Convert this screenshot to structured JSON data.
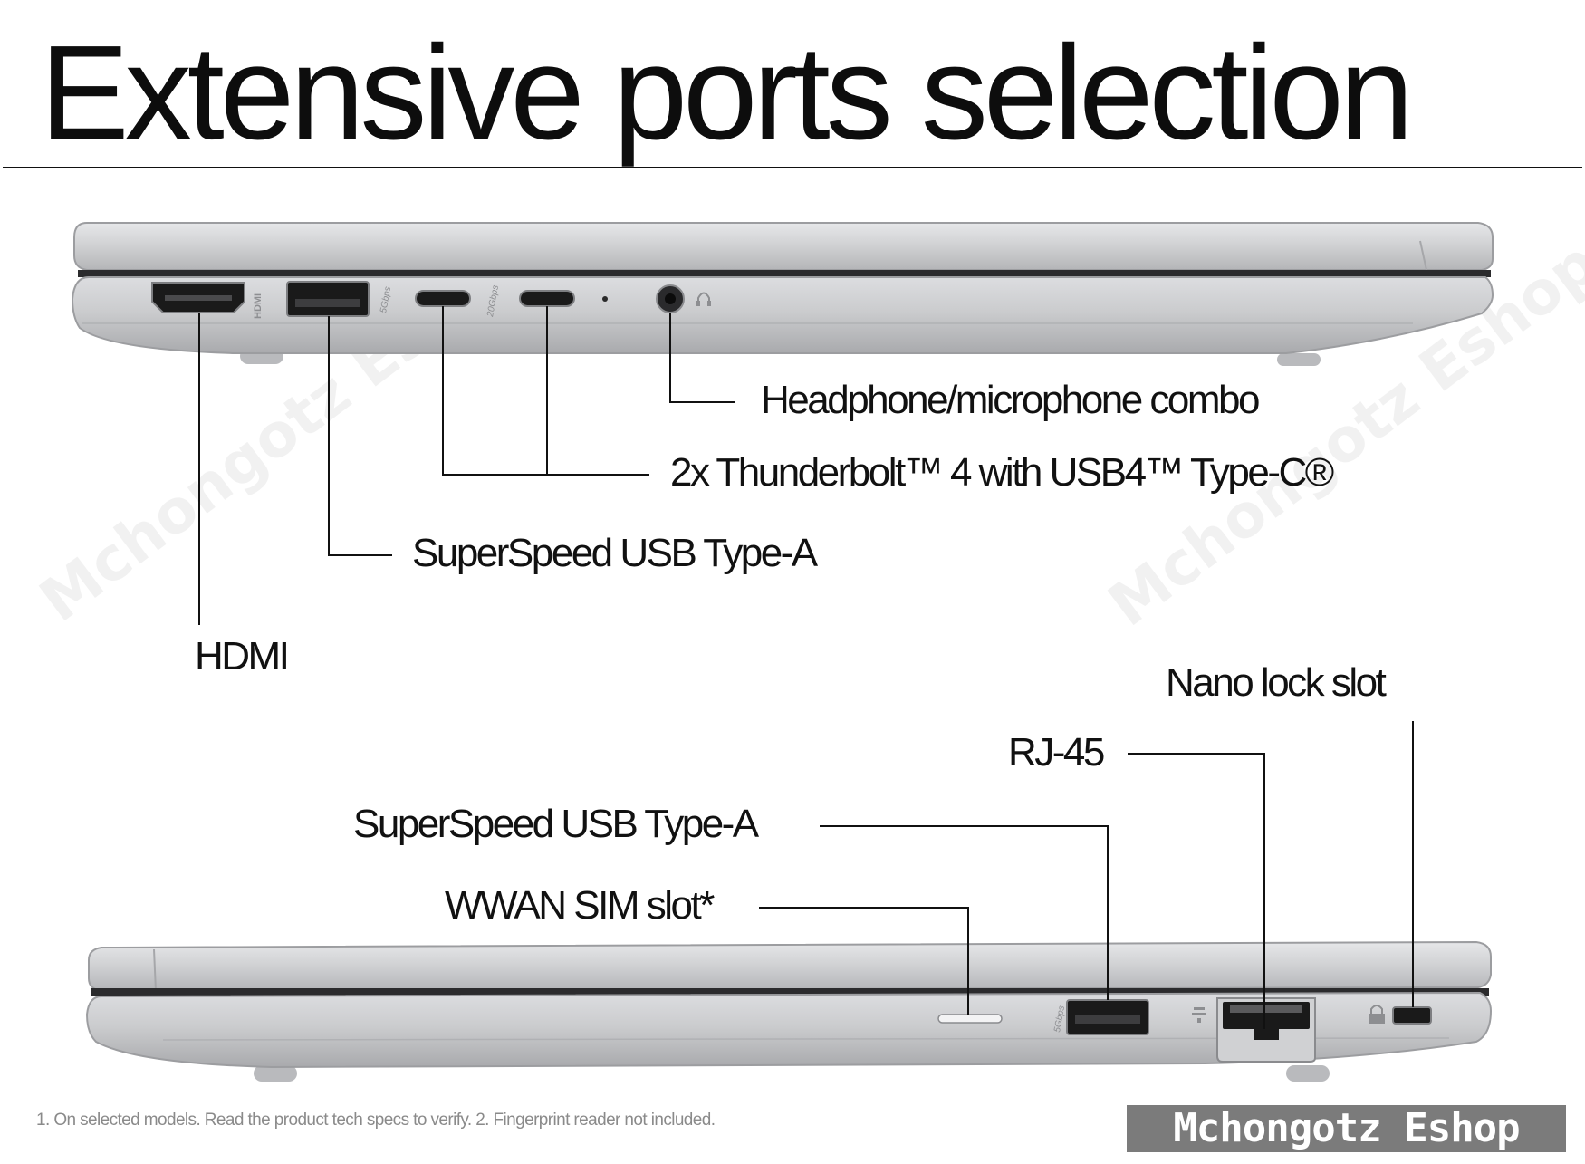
{
  "title": "Extensive ports selection",
  "left_side_ports": {
    "headphone": "Headphone/microphone combo",
    "thunderbolt": "2x Thunderbolt™ 4 with USB4™ Type-C®",
    "usb_a": "SuperSpeed USB Type-A",
    "hdmi": "HDMI"
  },
  "right_side_ports": {
    "nano_lock": "Nano lock slot",
    "rj45": "RJ-45",
    "usb_a": "SuperSpeed USB Type-A",
    "wwan_sim": "WWAN SIM slot*"
  },
  "port_markings": {
    "hdmi_text": "HDMI",
    "usb_a_left_speed": "5Gbps",
    "thunderbolt_speed": "20Gbps",
    "usb_a_right_speed": "5Gbps"
  },
  "footnote": "1. On selected models. Read the product tech specs to verify. 2. Fingerprint reader not included.",
  "watermark": "Mchongotz Eshop",
  "brand_badge": "Mchongotz Eshop",
  "colors": {
    "chassis": "#c7c8ca",
    "chassis_light": "#e4e5e7",
    "chassis_shadow": "#9b9c9f",
    "port_black": "#1a1a1a",
    "badge_bg": "#7b7b7b",
    "text": "#111111"
  }
}
